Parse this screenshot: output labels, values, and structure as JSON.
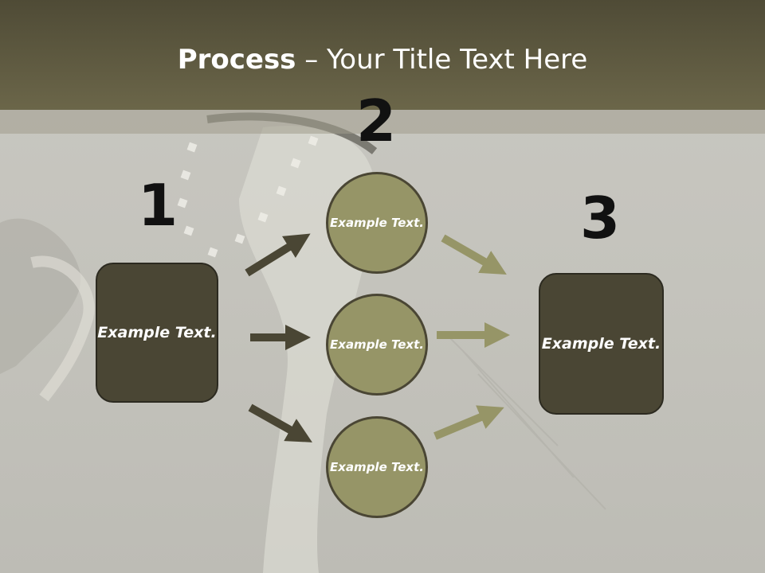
{
  "slide": {
    "title_bold": "Process",
    "title_rest": " – Your Title Text Here"
  },
  "steps": {
    "one": "1",
    "two": "2",
    "three": "3"
  },
  "nodes": {
    "left_box": "Example Text.",
    "circle_top": "Example Text.",
    "circle_mid": "Example Text.",
    "circle_bottom": "Example Text.",
    "right_box": "Example Text."
  },
  "colors": {
    "header": "#5e5a40",
    "box_fill": "#4a4634",
    "circle_fill": "#969567",
    "dark_arrow": "#4a4634",
    "light_arrow": "#969567"
  }
}
